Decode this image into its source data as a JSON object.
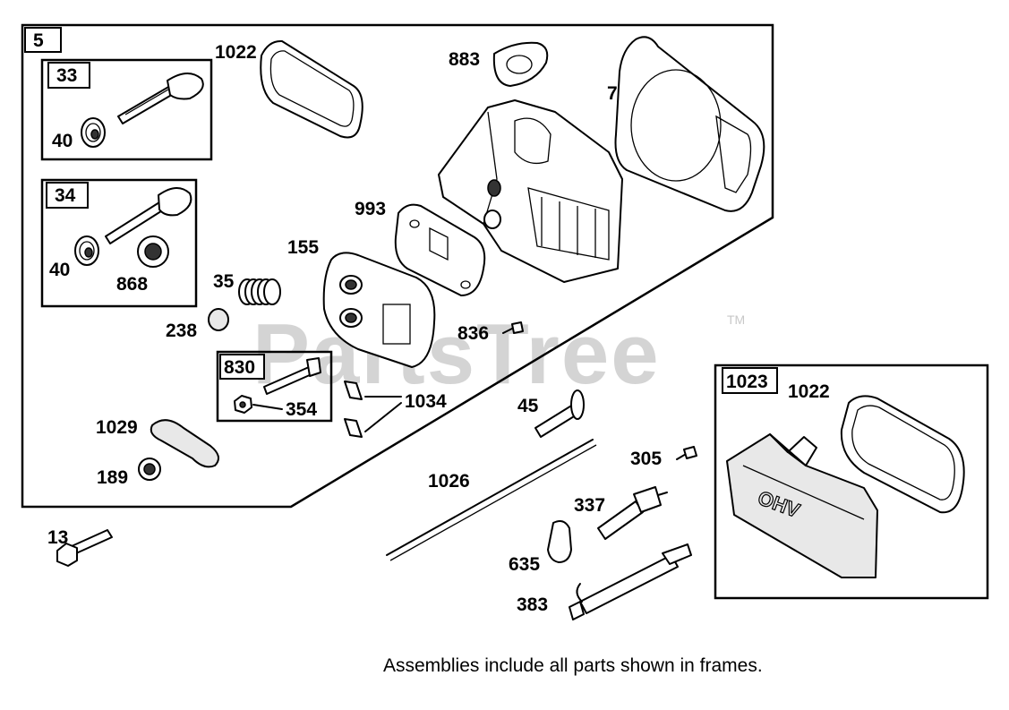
{
  "watermark": {
    "text": "PartsTree",
    "trademark": "TM"
  },
  "frames": {
    "main": "5",
    "exhaust_valve": "33",
    "intake_valve": "34",
    "breather_kit": "830",
    "valve_cover": "1023"
  },
  "labels": {
    "p1022_top": "1022",
    "p883": "883",
    "p7": "7",
    "p40_a": "40",
    "p40_b": "40",
    "p868": "868",
    "p993": "993",
    "p155": "155",
    "p35": "35",
    "p238": "238",
    "p836": "836",
    "p354": "354",
    "p1034": "1034",
    "p1029": "1029",
    "p189": "189",
    "p13": "13",
    "p45": "45",
    "p1026": "1026",
    "p305": "305",
    "p337": "337",
    "p635": "635",
    "p383": "383",
    "p1022_cover": "1022"
  },
  "cover_lettering": "OHV",
  "note": "Assemblies include all parts shown in frames."
}
